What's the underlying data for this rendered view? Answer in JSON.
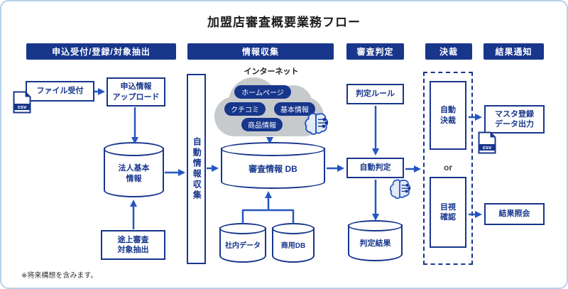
{
  "title": "加盟店審査概要業務フロー",
  "footnote": "※将来構想を含みます。",
  "colors": {
    "navy": "#17368C",
    "arrow_blue": "#2456C0",
    "cloud_gray": "#C7CACD",
    "frame_blue": "#B5D1EA"
  },
  "lanes": [
    {
      "label": "申込受付/登録/対象抽出"
    },
    {
      "label": "情報収集"
    },
    {
      "label": "審査判定"
    },
    {
      "label": "決裁"
    },
    {
      "label": "結果通知"
    }
  ],
  "intake": {
    "file_receive": "ファイル受付",
    "csv": "csv",
    "upload": "申込情報\nアップロード",
    "corporate_db": "法人基本\n情報",
    "ongoing_extract": "途上審査\n対象抽出"
  },
  "collect": {
    "auto_collect": "自動情報収集",
    "internet": "インターネット",
    "cloud": [
      "ホームページ",
      "クチコミ",
      "基本情報",
      "商品情報"
    ],
    "screening_db": "審査情報 DB",
    "internal_data": "社内データ",
    "commercial_db": "商用DB"
  },
  "judge": {
    "rule": "判定ルール",
    "auto_judge": "自動判定",
    "result_db": "判定結果"
  },
  "approval": {
    "auto_approve": "自動\n決裁",
    "or_label": "or",
    "visual_check": "目視\n確認"
  },
  "notify": {
    "master_output": "マスタ登録\nデータ出力",
    "csv": "csv",
    "result_inquiry": "結果照会"
  }
}
